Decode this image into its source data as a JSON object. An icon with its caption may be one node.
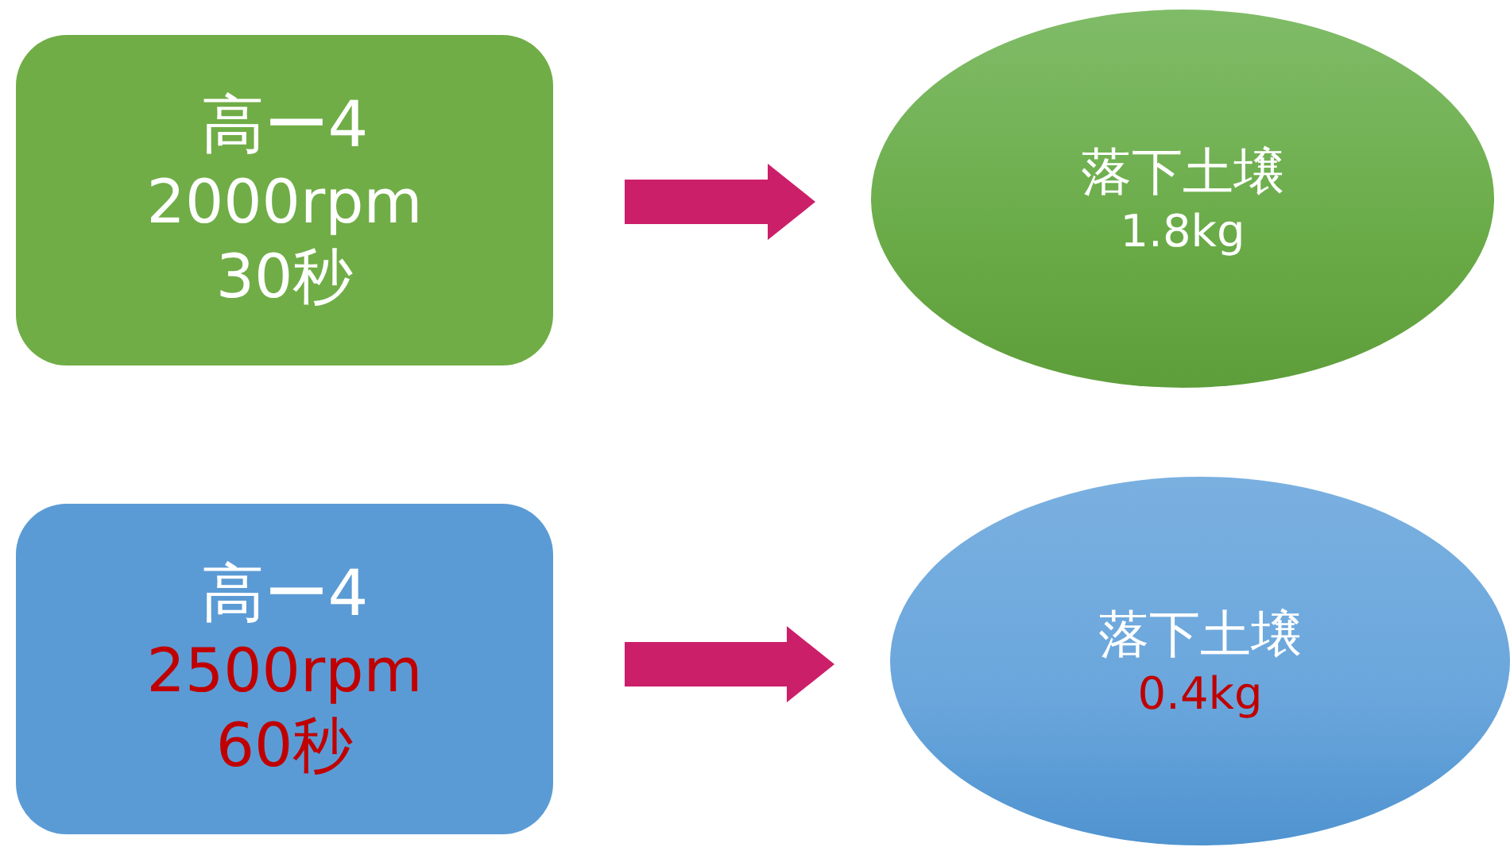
{
  "diagram": {
    "nodes": [
      {
        "text": [
          "高ー4",
          "2000rpm",
          "30秒"
        ]
      },
      {
        "text": [
          "落下土壌",
          "1.8kg"
        ]
      },
      {
        "text": [
          "高ー4",
          "2500rpm",
          "60秒"
        ]
      },
      {
        "text": [
          "落下土壌",
          "0.4kg"
        ]
      }
    ],
    "edges": [
      {
        "from": 0,
        "to": 1,
        "arrow": "to"
      },
      {
        "from": 2,
        "to": 3,
        "arrow": "to"
      }
    ]
  }
}
